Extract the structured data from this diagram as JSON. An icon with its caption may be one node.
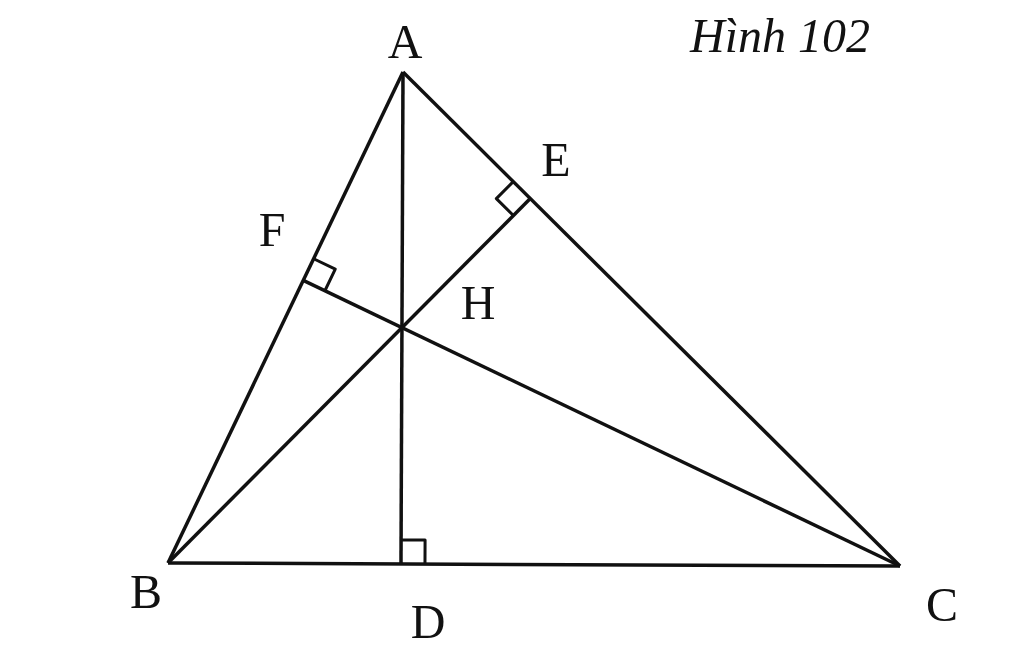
{
  "diagram": {
    "title": "Hình 102",
    "labels": [
      "A",
      "E",
      "F",
      "H",
      "B",
      "D",
      "C"
    ]
  }
}
